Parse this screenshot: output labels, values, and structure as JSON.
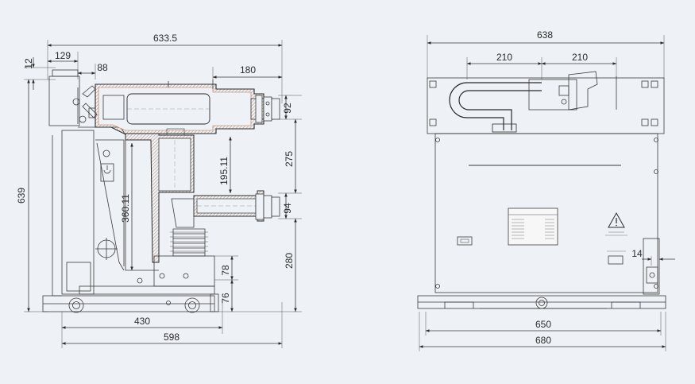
{
  "left_view": {
    "dims": {
      "top_total": "633.5",
      "top_129": "129",
      "top_88": "88",
      "top_180": "180",
      "left_12": "12",
      "left_639": "639",
      "r_92": "92",
      "r_275": "275",
      "r_94": "94",
      "r_280": "280",
      "r_78": "78",
      "r_76": "76",
      "v_195": "195.11",
      "v_360": "360.11",
      "b_430": "430",
      "b_598": "598"
    }
  },
  "right_view": {
    "dims": {
      "top_638": "638",
      "top_210a": "210",
      "top_210b": "210",
      "r_14": "14",
      "b_650": "650",
      "b_680": "680"
    }
  },
  "colors": {
    "background": "#eef1f6",
    "insulator_fill": "#c2703a",
    "line": "#3a3a3a"
  }
}
